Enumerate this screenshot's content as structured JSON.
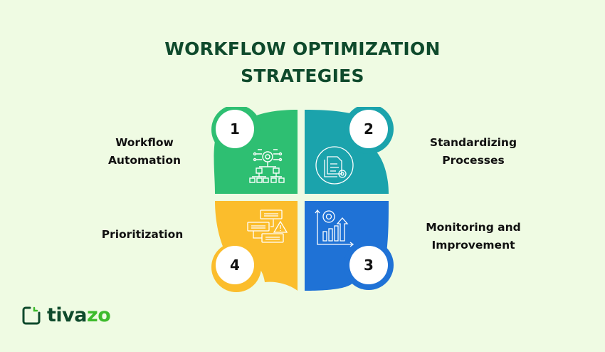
{
  "title": {
    "line1": "WORKFLOW OPTIMIZATION",
    "line2": "STRATEGIES"
  },
  "quadrants": [
    {
      "number": "1",
      "label_line1": "Workflow",
      "label_line2": "Automation",
      "color": "#2ebf72",
      "icon": "workflow-automation-icon"
    },
    {
      "number": "2",
      "label_line1": "Standardizing",
      "label_line2": "Processes",
      "color": "#1ba3ac",
      "icon": "document-gear-icon"
    },
    {
      "number": "3",
      "label_line1": "Monitoring and",
      "label_line2": "Improvement",
      "color": "#1f72d6",
      "icon": "growth-chart-gear-icon"
    },
    {
      "number": "4",
      "label_line1": "Prioritization",
      "label_line2": "",
      "color": "#fbbd2c",
      "icon": "tasks-warning-icon"
    }
  ],
  "logo": {
    "text_part1": "tiva",
    "text_part2": "zo",
    "icon": "tivazo-logo-icon"
  }
}
